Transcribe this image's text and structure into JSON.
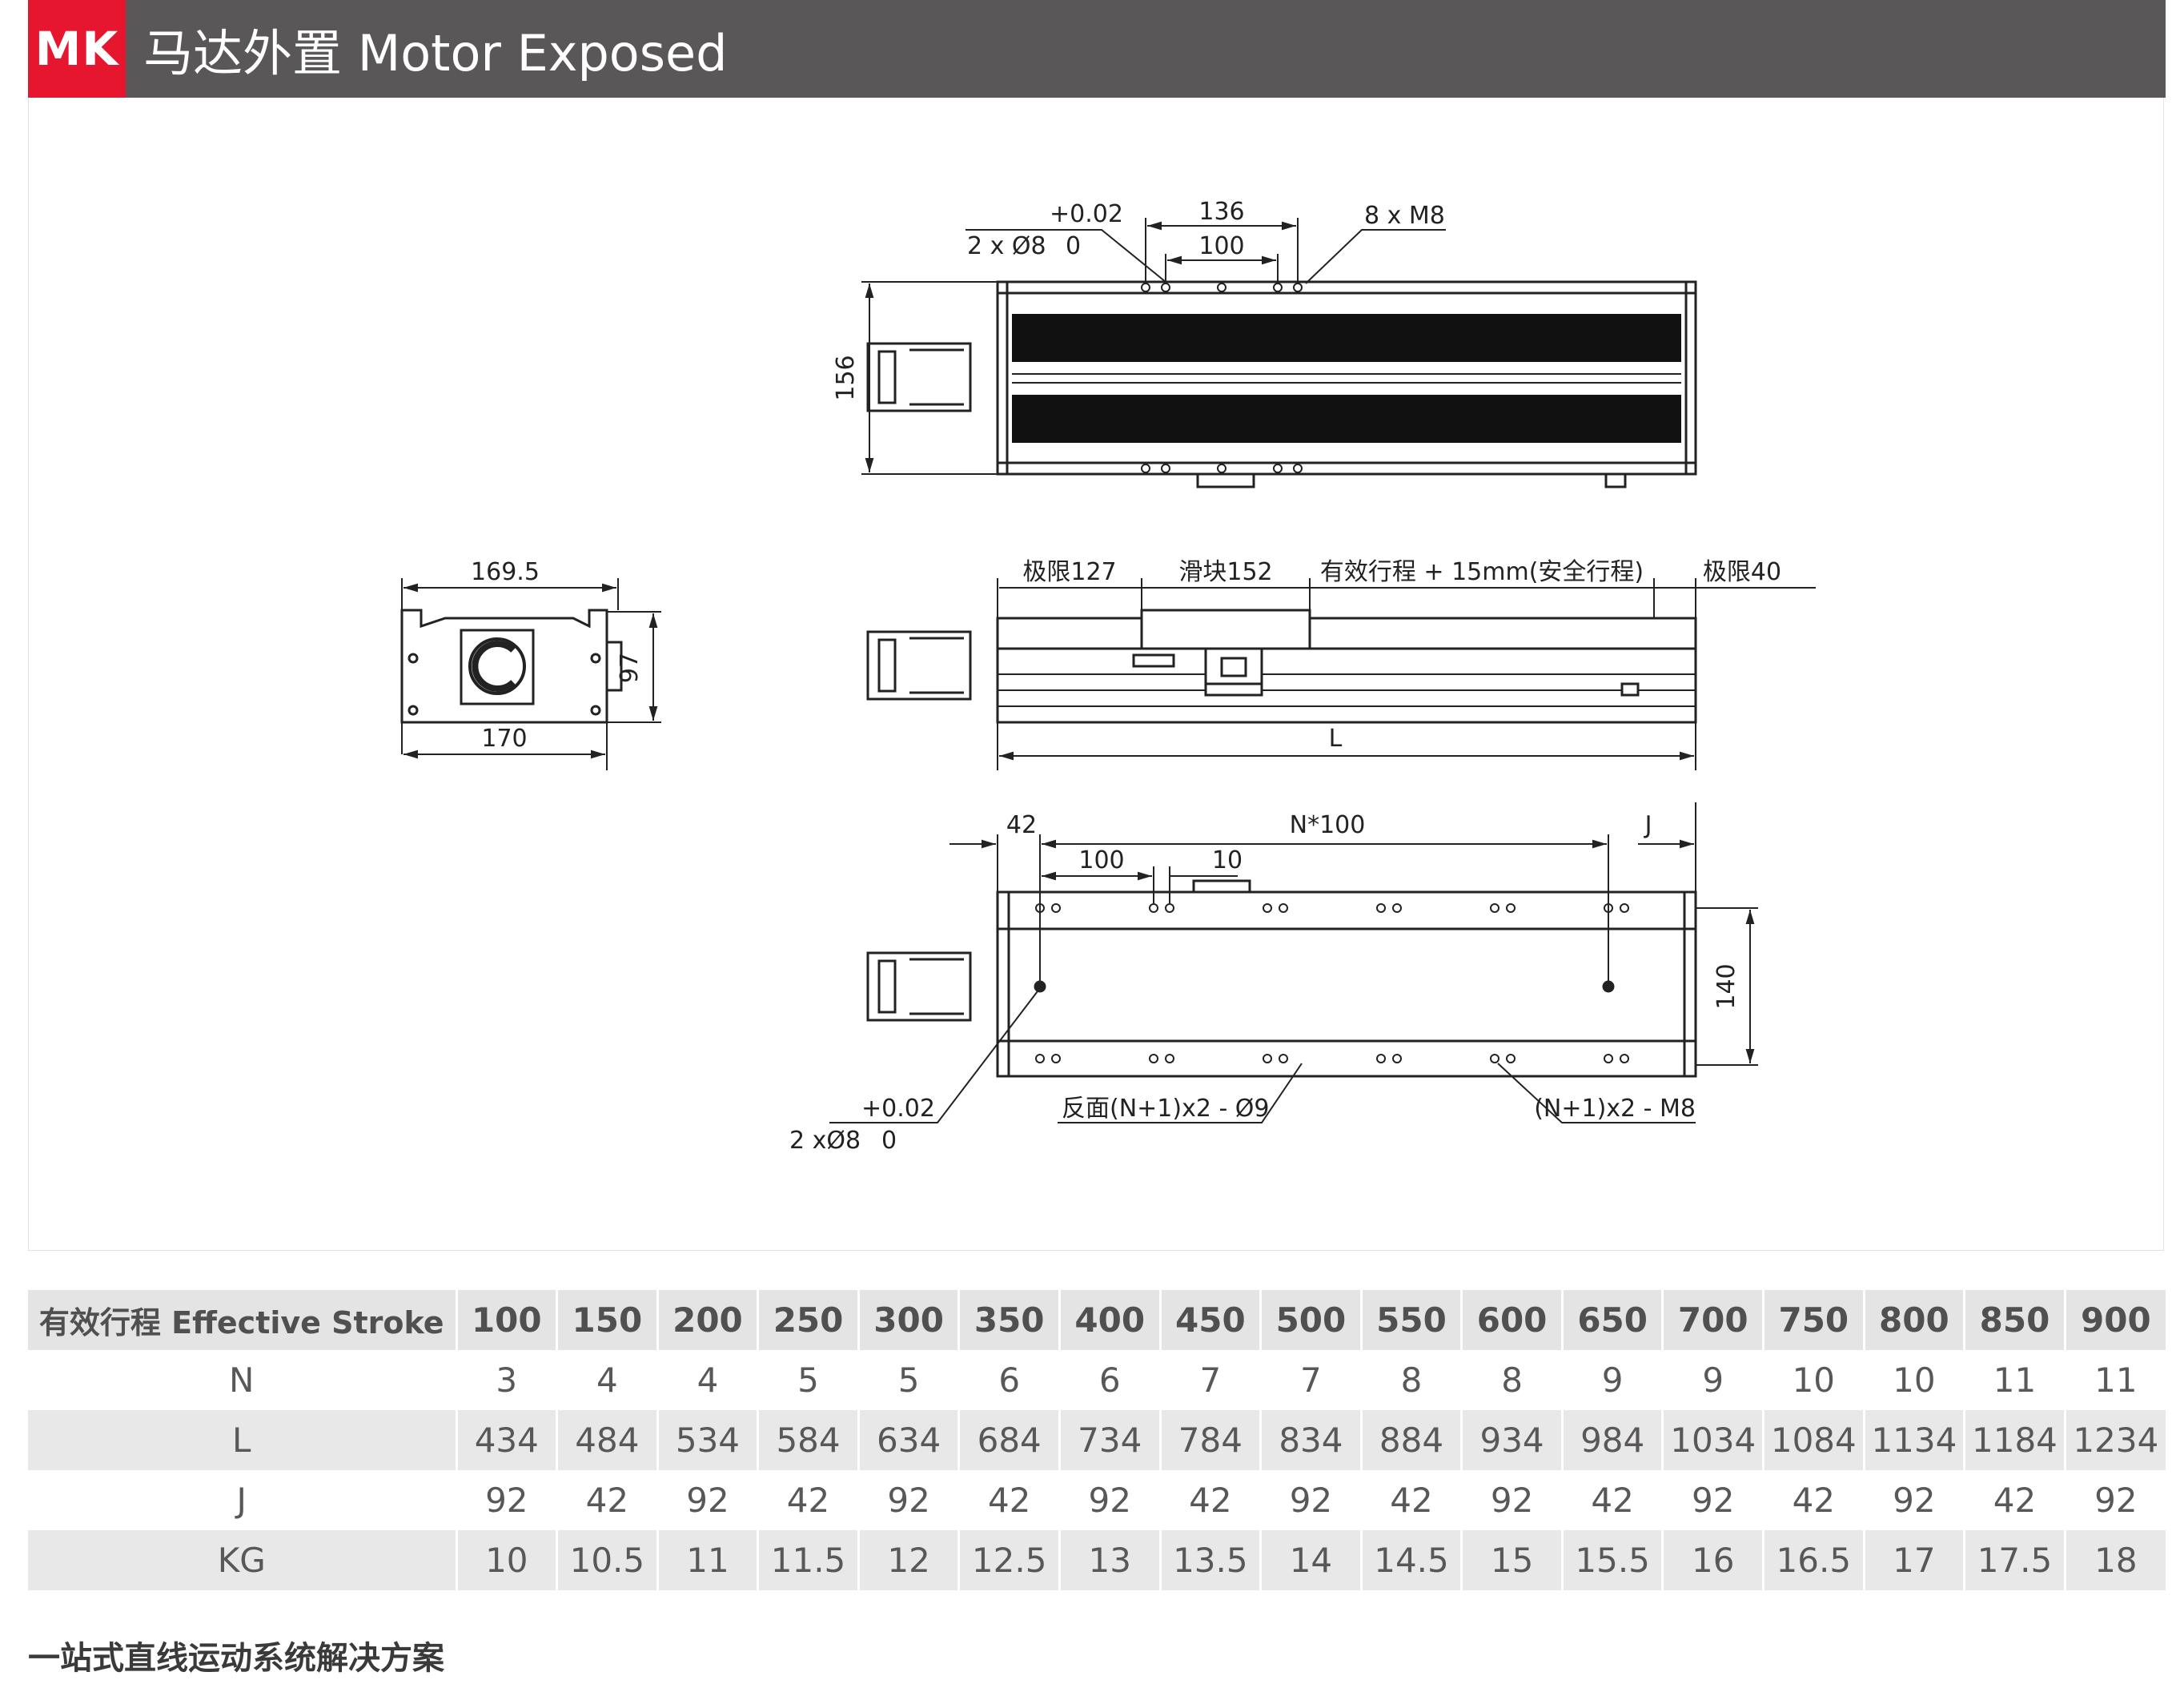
{
  "header": {
    "badge": "MK",
    "title": "马达外置 Motor Exposed",
    "badge_color": "#e5162d",
    "bar_color": "#595757"
  },
  "drawing": {
    "top_view": {
      "tol_plus": "+0.02",
      "hole_label": "2 x Ø8",
      "tol_zero": "0",
      "dim_136": "136",
      "dim_100": "100",
      "thread_label": "8 x  M8",
      "height_156": "156"
    },
    "end_view": {
      "width_top": "169.5",
      "width_bottom": "170",
      "height": "97"
    },
    "side_view": {
      "limit_left": "极限127",
      "slider": "滑块152",
      "stroke": "有效行程 + 15mm(安全行程)",
      "limit_right": "极限40",
      "length": "L"
    },
    "bottom_view": {
      "dim_42": "42",
      "n_pitch": "N*100",
      "dim_j": "J",
      "dim_100": "100",
      "dim_10": "10",
      "dim_140": "140",
      "tol_plus": "+0.02",
      "hole_label": "2 xØ8",
      "tol_zero": "0",
      "back_holes": "反面(N+1)x2 - Ø9",
      "thread_holes": "(N+1)x2 - M8"
    }
  },
  "table": {
    "header_label": "有效行程 Effective Stroke",
    "strokes": [
      "100",
      "150",
      "200",
      "250",
      "300",
      "350",
      "400",
      "450",
      "500",
      "550",
      "600",
      "650",
      "700",
      "750",
      "800",
      "850",
      "900"
    ],
    "rows": [
      {
        "label": "N",
        "values": [
          "3",
          "4",
          "4",
          "5",
          "5",
          "6",
          "6",
          "7",
          "7",
          "8",
          "8",
          "9",
          "9",
          "10",
          "10",
          "11",
          "11"
        ]
      },
      {
        "label": "L",
        "values": [
          "434",
          "484",
          "534",
          "584",
          "634",
          "684",
          "734",
          "784",
          "834",
          "884",
          "934",
          "984",
          "1034",
          "1084",
          "1134",
          "1184",
          "1234"
        ]
      },
      {
        "label": "J",
        "values": [
          "92",
          "42",
          "92",
          "42",
          "92",
          "42",
          "92",
          "42",
          "92",
          "42",
          "92",
          "42",
          "92",
          "42",
          "92",
          "42",
          "92"
        ]
      },
      {
        "label": "KG",
        "values": [
          "10",
          "10.5",
          "11",
          "11.5",
          "12",
          "12.5",
          "13",
          "13.5",
          "14",
          "14.5",
          "15",
          "15.5",
          "16",
          "16.5",
          "17",
          "17.5",
          "18"
        ]
      }
    ]
  },
  "footer": {
    "slogan": "一站式直线运动系统解决方案"
  }
}
